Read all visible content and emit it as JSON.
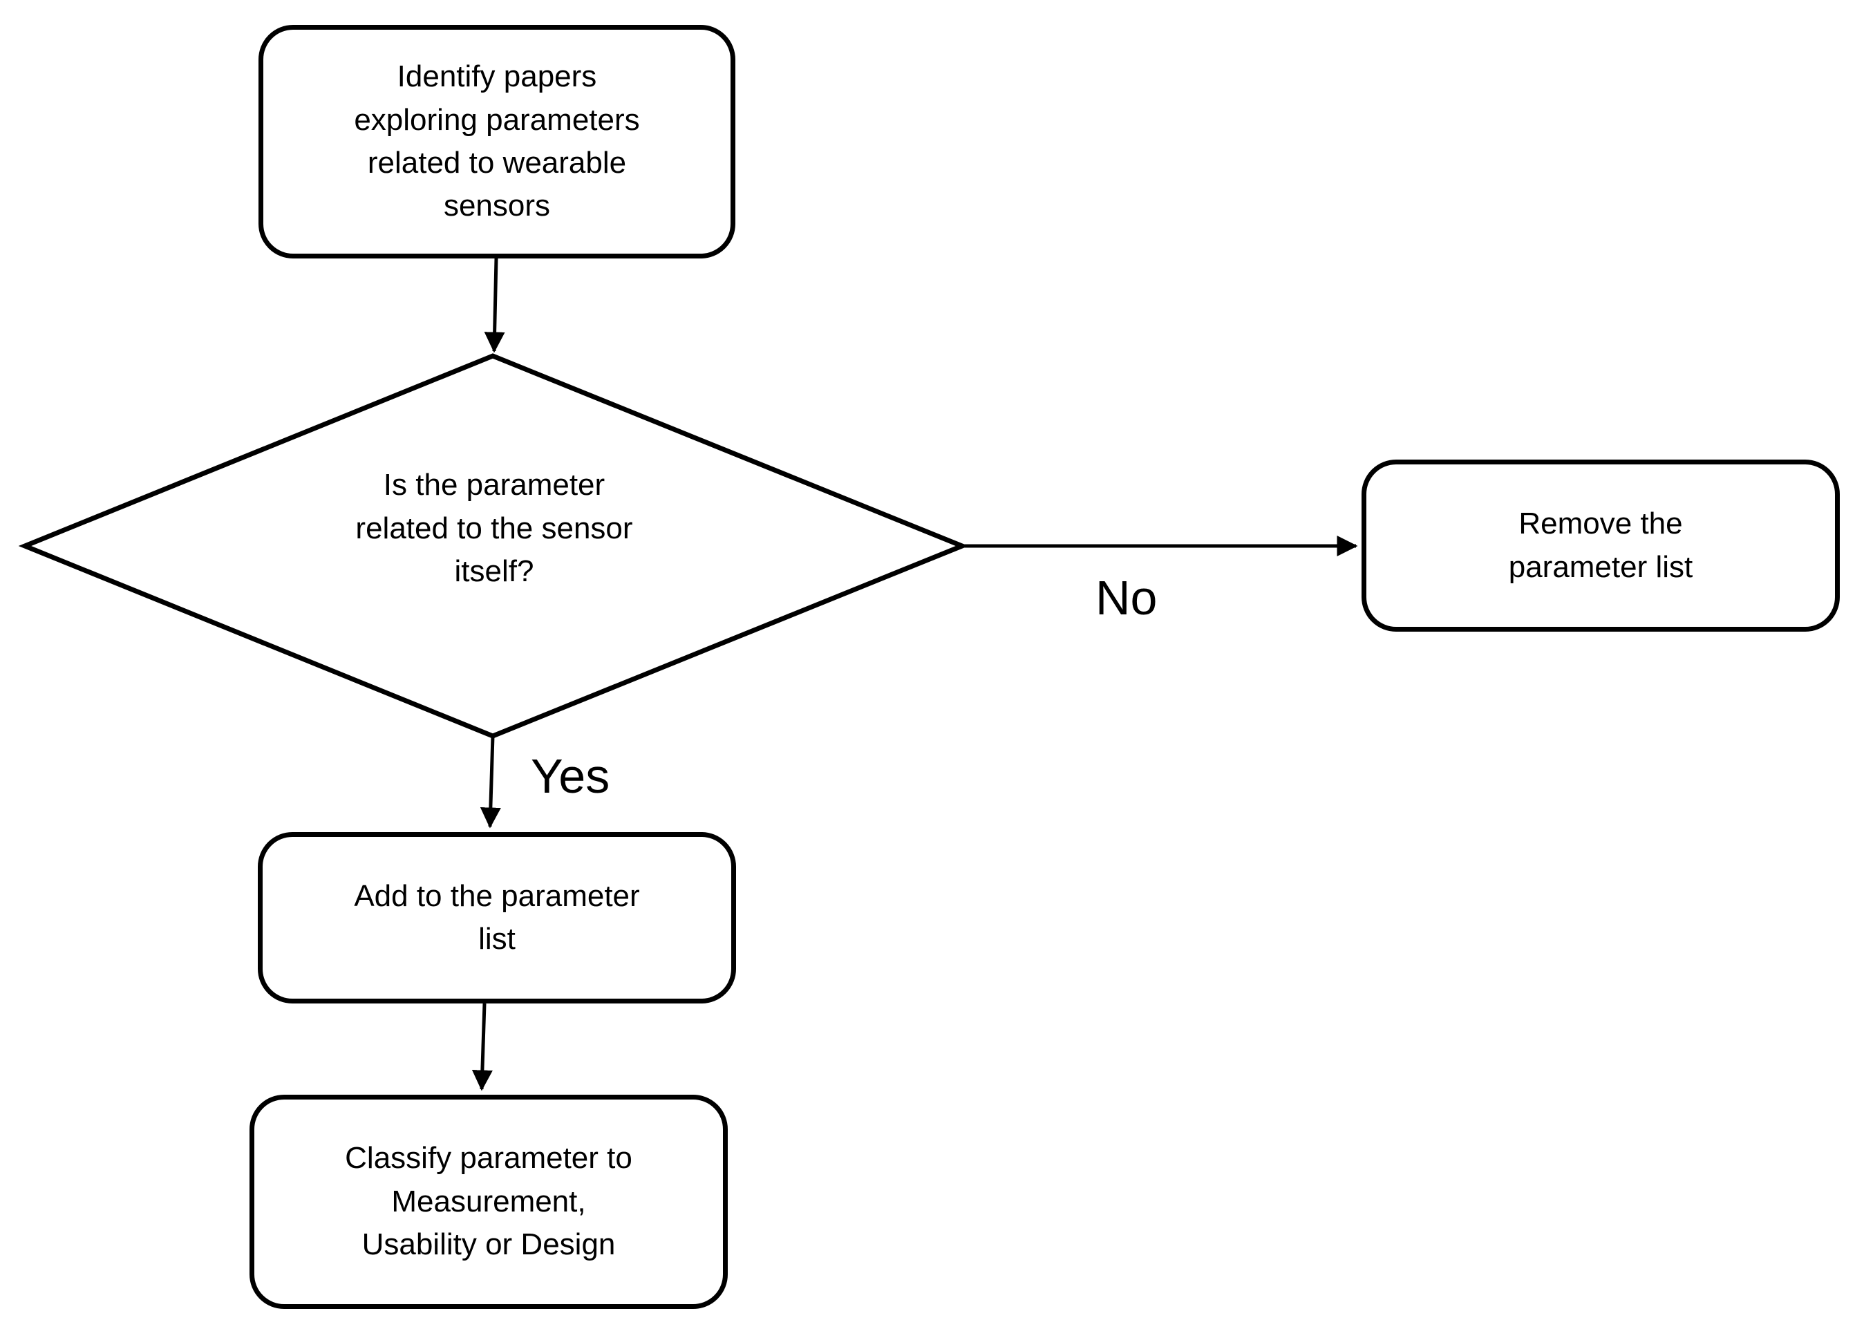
{
  "colors": {
    "stroke": "#000000",
    "fill": "#ffffff",
    "text": "#000000"
  },
  "nodes": {
    "identify": "Identify papers\nexploring parameters\nrelated to wearable\nsensors",
    "decision": "Is the parameter\nrelated to the sensor\nitself?",
    "remove": "Remove the\nparameter list",
    "add": "Add to the parameter\nlist",
    "classify": "Classify parameter to\nMeasurement,\nUsability or Design"
  },
  "branches": {
    "no": "No",
    "yes": "Yes"
  }
}
